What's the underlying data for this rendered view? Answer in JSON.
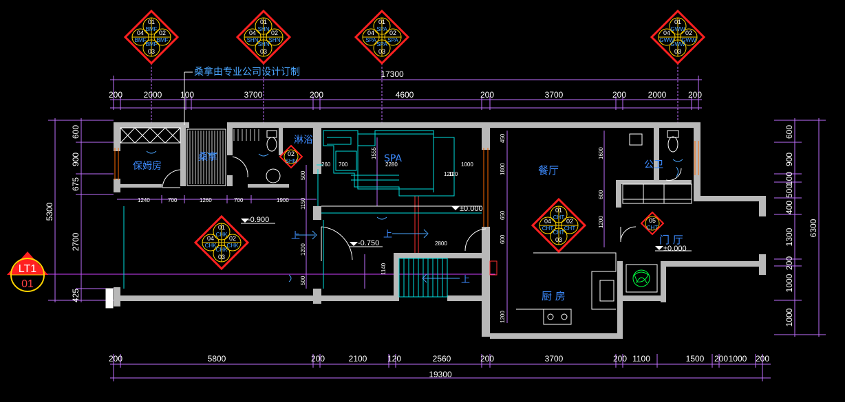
{
  "drawing": {
    "overall_top": "17300",
    "overall_bottom": "19300",
    "top_dims": [
      "200",
      "2000",
      "100",
      "3700",
      "200",
      "4600",
      "200",
      "3700",
      "200",
      "2000",
      "200"
    ],
    "bottom_dims": [
      "200",
      "5800",
      "200",
      "2100",
      "120",
      "2560",
      "200",
      "3700",
      "200",
      "1100",
      "1500",
      "200",
      "1000",
      "200"
    ],
    "left_dims": [
      "5300",
      "600",
      "900",
      "675",
      "2700",
      "425"
    ],
    "right_dims": [
      "6300",
      "600",
      "900",
      "100",
      "500",
      "400",
      "1300",
      "200",
      "1000",
      "1000"
    ],
    "inner_dims_row": [
      "1240",
      "700",
      "1260",
      "700",
      "1900"
    ],
    "spa_dims": [
      "1555",
      "2280",
      "700",
      "1000",
      "260",
      "120"
    ],
    "misc_dims": [
      "1150",
      "1800",
      "1600",
      "600",
      "1200",
      "650",
      "600",
      "1140",
      "500",
      "1200",
      "1200",
      "450",
      "500",
      "120",
      "2800"
    ],
    "note_text": "桑拿由专业公司设计订制",
    "levels": [
      "-0.900",
      "-0.750",
      "±0.000",
      "±0.000"
    ],
    "stairs_up": [
      "上",
      "上",
      "上"
    ],
    "rooms": {
      "nanny": "保姆房",
      "sauna": "桑拿",
      "shower": "淋浴",
      "spa": "SPA",
      "dining": "餐厅",
      "toilet": "公卫",
      "foyer": "门 厅",
      "kitchen": "厨 房"
    },
    "elevation_tags": [
      {
        "n": "01",
        "e": "02",
        "s": "03",
        "w": "04",
        "code": "BMF"
      },
      {
        "n": "01",
        "e": "02",
        "s": "03",
        "w": "04",
        "code": "SHN"
      },
      {
        "n": "01",
        "e": "02",
        "s": "03",
        "w": "04",
        "code": "SPA"
      },
      {
        "n": "01",
        "e": "02",
        "s": "03",
        "w": "04",
        "code": "GWW"
      },
      {
        "n": "01",
        "e": "02",
        "s": "03",
        "w": "04",
        "code": "CHK"
      },
      {
        "n": "01",
        "e": "02",
        "s": "03",
        "w": "04",
        "code": "CHT"
      }
    ],
    "mini_tags": [
      {
        "num": "02",
        "code": "SHN"
      },
      {
        "num": "05",
        "code": "CHT"
      }
    ],
    "section_marker": {
      "top": "LT1",
      "bottom": "01"
    },
    "colors": {
      "background": "#000000",
      "dimension_line": "#c070ff",
      "wall": "#b8b8b8",
      "furniture": "#ffffff",
      "stair": "#00e0e0",
      "text_room": "#3d8bff",
      "tag_red": "#ff2020",
      "tag_yellow": "#ffd400",
      "window": "#ff6a00"
    }
  }
}
